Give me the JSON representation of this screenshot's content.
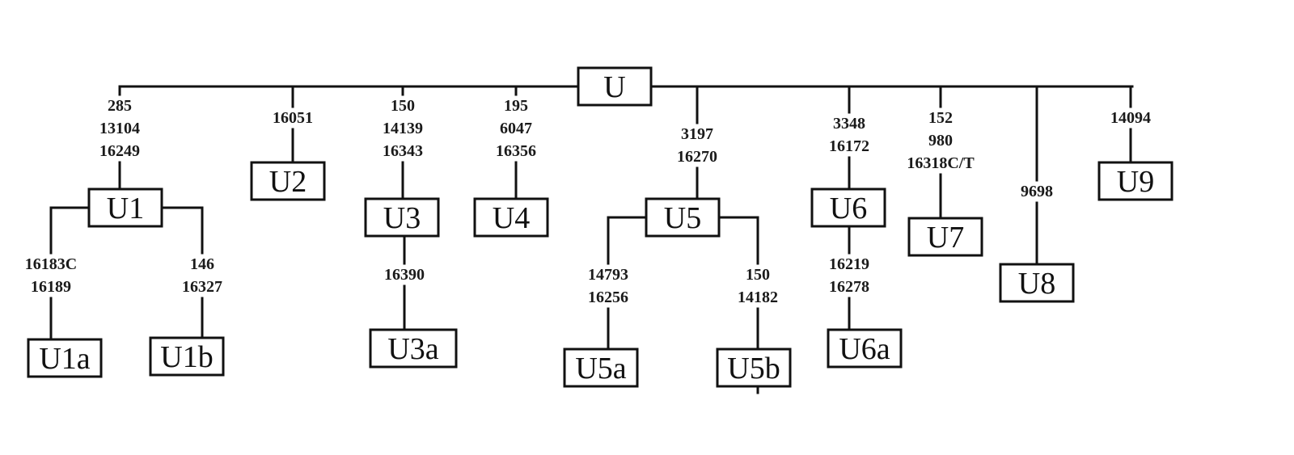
{
  "diagram": {
    "root": "U",
    "nodes": [
      {
        "id": "U",
        "label": "U"
      },
      {
        "id": "U1",
        "label": "U1"
      },
      {
        "id": "U1a",
        "label": "U1a"
      },
      {
        "id": "U1b",
        "label": "U1b"
      },
      {
        "id": "U2",
        "label": "U2"
      },
      {
        "id": "U3",
        "label": "U3"
      },
      {
        "id": "U3a",
        "label": "U3a"
      },
      {
        "id": "U4",
        "label": "U4"
      },
      {
        "id": "U5",
        "label": "U5"
      },
      {
        "id": "U5a",
        "label": "U5a"
      },
      {
        "id": "U5b",
        "label": "U5b"
      },
      {
        "id": "U6",
        "label": "U6"
      },
      {
        "id": "U6a",
        "label": "U6a"
      },
      {
        "id": "U7",
        "label": "U7"
      },
      {
        "id": "U8",
        "label": "U8"
      },
      {
        "id": "U9",
        "label": "U9"
      }
    ],
    "edges": [
      {
        "from": "U",
        "to": "U1",
        "mutations": [
          "285",
          "13104",
          "16249"
        ]
      },
      {
        "from": "U",
        "to": "U2",
        "mutations": [
          "16051"
        ]
      },
      {
        "from": "U",
        "to": "U3",
        "mutations": [
          "150",
          "14139",
          "16343"
        ]
      },
      {
        "from": "U",
        "to": "U4",
        "mutations": [
          "195",
          "6047",
          "16356"
        ]
      },
      {
        "from": "U",
        "to": "U5",
        "mutations": [
          "3197",
          "16270"
        ]
      },
      {
        "from": "U",
        "to": "U6",
        "mutations": [
          "3348",
          "16172"
        ]
      },
      {
        "from": "U",
        "to": "U7",
        "mutations": [
          "152",
          "980",
          "16318C/T"
        ]
      },
      {
        "from": "U",
        "to": "U8",
        "mutations": [
          "9698"
        ]
      },
      {
        "from": "U",
        "to": "U9",
        "mutations": [
          "14094"
        ]
      },
      {
        "from": "U1",
        "to": "U1a",
        "mutations": [
          "16183C",
          "16189"
        ]
      },
      {
        "from": "U1",
        "to": "U1b",
        "mutations": [
          "146",
          "16327"
        ]
      },
      {
        "from": "U3",
        "to": "U3a",
        "mutations": [
          "16390"
        ]
      },
      {
        "from": "U5",
        "to": "U5a",
        "mutations": [
          "14793",
          "16256"
        ]
      },
      {
        "from": "U5",
        "to": "U5b",
        "mutations": [
          "150",
          "14182"
        ]
      },
      {
        "from": "U6",
        "to": "U6a",
        "mutations": [
          "16219",
          "16278"
        ]
      }
    ]
  }
}
